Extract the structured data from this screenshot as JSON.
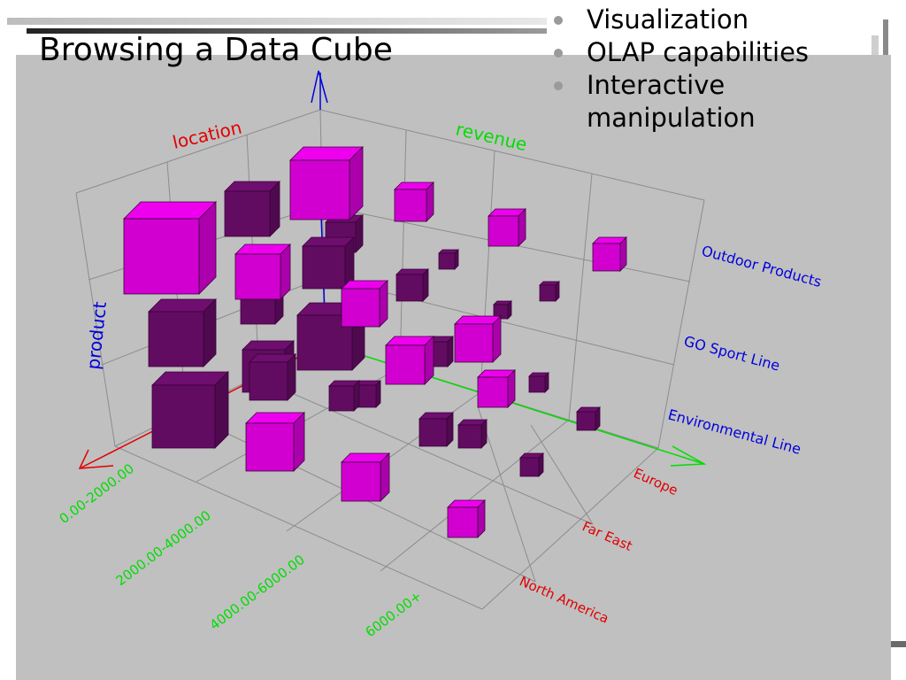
{
  "slide": {
    "title": "Browsing a Data Cube",
    "bullets": [
      {
        "text": "Visualization"
      },
      {
        "text": "OLAP capabilities"
      },
      {
        "text": "Interactive manipulation"
      }
    ]
  },
  "diagram": {
    "axes": {
      "location": {
        "label": "location",
        "color": "#e00000"
      },
      "revenue": {
        "label": "revenue",
        "color": "#00dd00"
      },
      "product": {
        "label": "product",
        "color": "#0000dd"
      }
    },
    "revenue_ticks": [
      "0.00-2000.00",
      "2000.00-4000.00",
      "4000.00-6000.00",
      "6000.00+"
    ],
    "location_ticks": [
      "Europe",
      "Far East",
      "North America"
    ],
    "product_ticks": [
      "Outdoor Products",
      "GO Sport Line",
      "Environmental Line"
    ],
    "cube_colors": {
      "bright": "#ee00ee",
      "dark": "#6e0e6e"
    }
  }
}
